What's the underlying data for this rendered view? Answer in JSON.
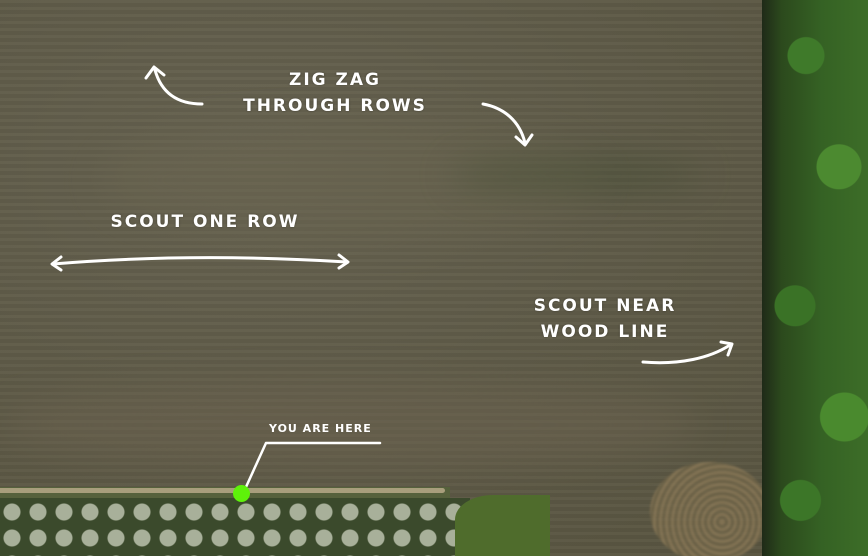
{
  "annotations": {
    "zig_zag": [
      "ZIG ZAG",
      "THROUGH ROWS"
    ],
    "scout_one_row": "SCOUT ONE ROW",
    "scout_wood_line": [
      "SCOUT NEAR",
      "WOOD LINE"
    ],
    "you_are_here": "YOU ARE HERE"
  },
  "colors": {
    "marker": "#5ef20a",
    "annotation": "#ffffff"
  }
}
